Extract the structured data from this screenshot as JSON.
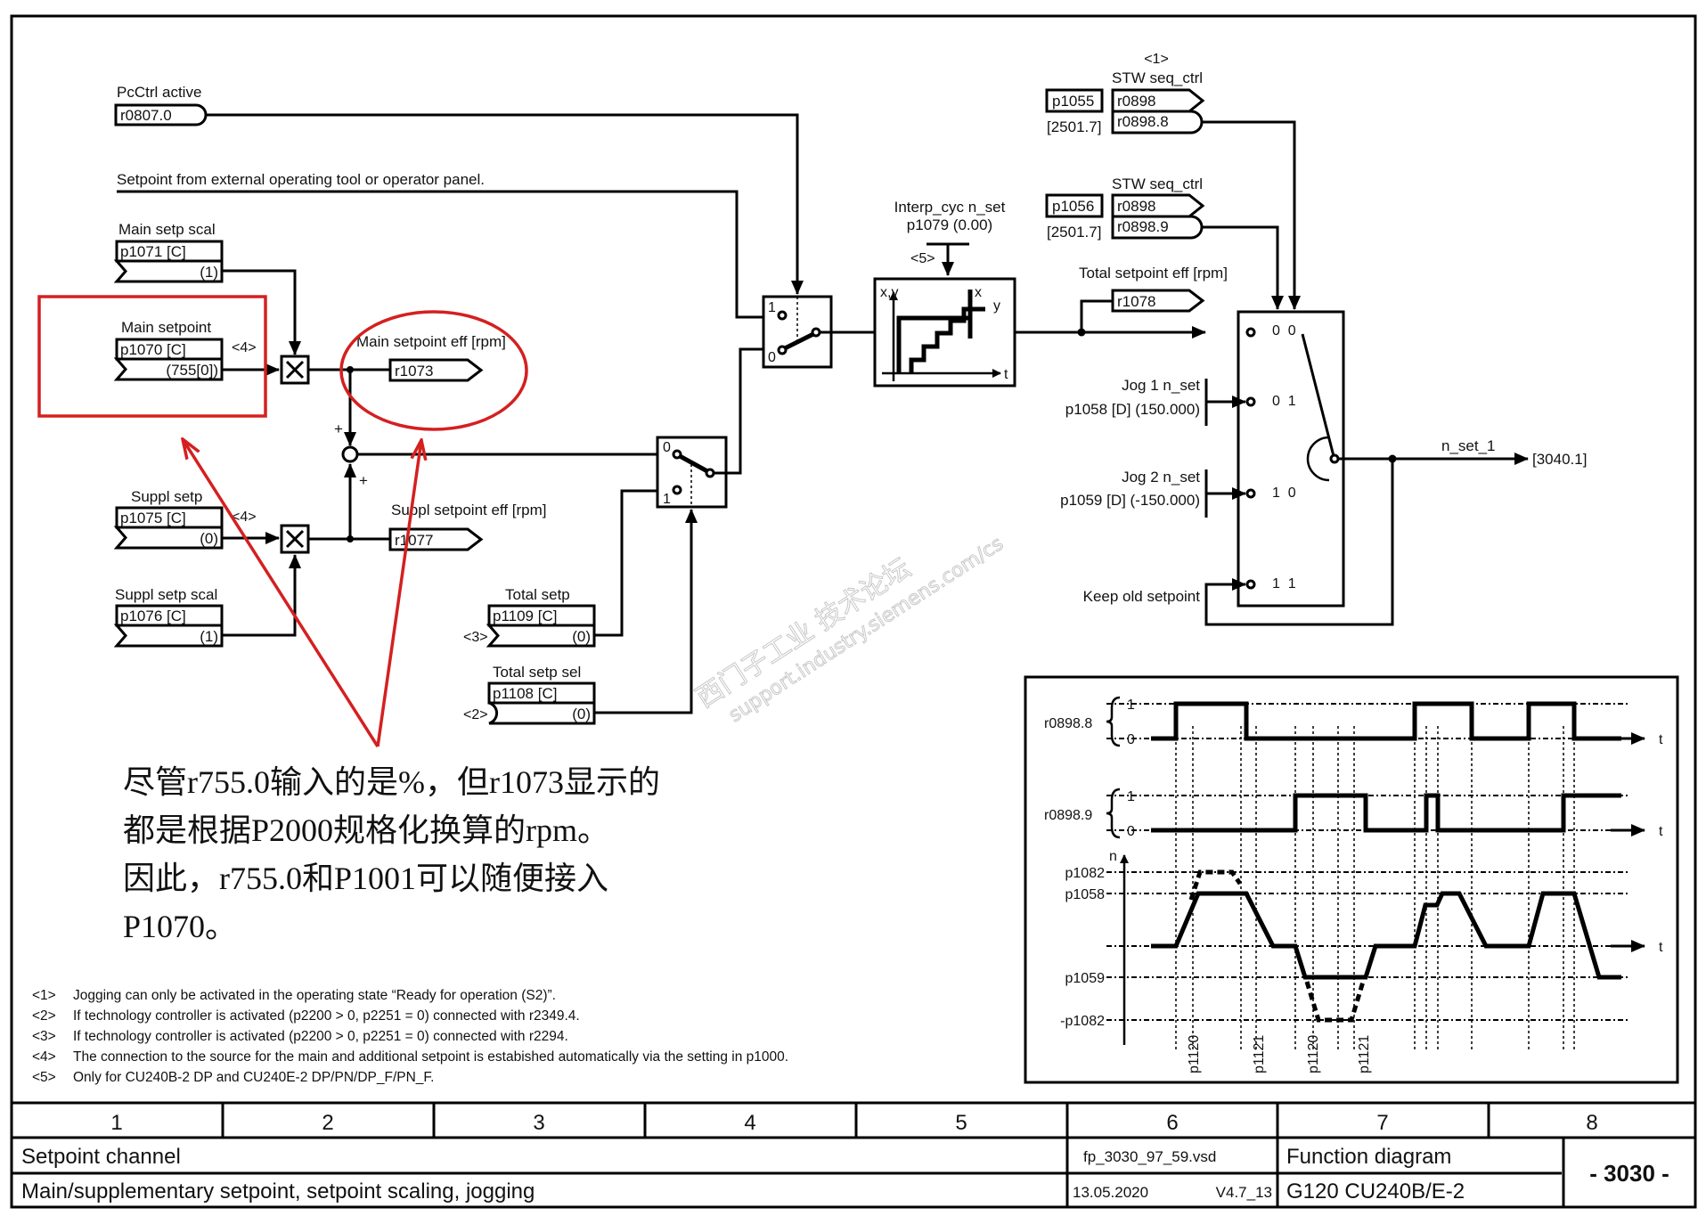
{
  "diagram": {
    "inputs": {
      "pcctrl": {
        "label": "PcCtrl active",
        "param": "r0807.0"
      },
      "external": {
        "label": "Setpoint from external operating tool or operator panel."
      },
      "main_scal": {
        "label": "Main setp scal",
        "param": "p1071 [C]",
        "default": "(1)"
      },
      "main_setp": {
        "label": "Main setpoint",
        "param": "p1070 [C]",
        "default": "(755[0])",
        "note": "<4>"
      },
      "suppl_setp": {
        "label": "Suppl setp",
        "param": "p1075 [C]",
        "default": "(0)",
        "note": "<4>"
      },
      "suppl_scal": {
        "label": "Suppl setp scal",
        "param": "p1076 [C]",
        "default": "(1)"
      },
      "total_setp": {
        "label": "Total setp",
        "param": "p1109 [C]",
        "default": "(0)",
        "note": "<3>"
      },
      "total_sel": {
        "label": "Total setp sel",
        "param": "p1108 [C]",
        "default": "(0)",
        "note": "<2>"
      }
    },
    "outputs": {
      "main_eff": {
        "label": "Main setpoint eff [rpm]",
        "param": "r1073"
      },
      "suppl_eff": {
        "label": "Suppl setpoint eff [rpm]",
        "param": "r1077"
      },
      "total_eff": {
        "label": "Total setpoint eff [rpm]",
        "param": "r1078"
      },
      "n_set": {
        "label": "n_set_1",
        "target": "[3040.1]"
      }
    },
    "sum": {
      "plus_top": "+",
      "plus_bottom": "+"
    },
    "switch1": {
      "pos1": "1",
      "pos0": "0"
    },
    "switch2": {
      "pos0": "0",
      "pos1": "1"
    },
    "interp": {
      "label": "Interp_cyc n_set",
      "param": "p1079  (0.00)",
      "note": "<5>",
      "xy": "x,y",
      "x": "x",
      "y": "y",
      "t": "t"
    },
    "stw1": {
      "note": "<1>",
      "label": "STW seq_ctrl",
      "src": "p1055",
      "ref": "[2501.7]",
      "param": "r0898",
      "bit": "r0898.8"
    },
    "stw2": {
      "label": "STW seq_ctrl",
      "src": "p1056",
      "ref": "[2501.7]",
      "param": "r0898",
      "bit": "r0898.9"
    },
    "selector": {
      "states": [
        "0  0",
        "0  1",
        "1  0",
        "1  1"
      ],
      "jog1": {
        "label": "Jog 1 n_set",
        "param": "p1058 [D] (150.000)"
      },
      "jog2": {
        "label": "Jog 2 n_set",
        "param": "p1059 [D] (-150.000)"
      },
      "keep": "Keep old setpoint"
    },
    "timing": {
      "sig1": "r0898.8",
      "sig2": "r0898.9",
      "one": "1",
      "zero": "0",
      "t": "t",
      "n": "n",
      "levels": [
        "p1082",
        "p1058",
        "p1059",
        "-p1082"
      ],
      "times": [
        "p1120",
        "p1121",
        "p1120",
        "p1121"
      ]
    }
  },
  "annotation": {
    "lines": [
      "尽管r755.0输入的是%，但r1073显示的",
      "都是根据P2000规格化换算的rpm。",
      "因此，r755.0和P1001可以随便接入",
      "P1070。"
    ],
    "color": "#d42020"
  },
  "watermark": {
    "cn": "西门子工业  技术论坛",
    "url": "support.industry.siemens.com/cs"
  },
  "footnotes": [
    {
      "tag": "<1>",
      "text": "Jogging can only be activated in the operating state “Ready for operation (S2)”."
    },
    {
      "tag": "<2>",
      "text": "If technology controller is activated (p2200 > 0, p2251 = 0) connected with r2349.4."
    },
    {
      "tag": "<3>",
      "text": "If technology controller is activated (p2200 > 0, p2251 = 0) connected with r2294."
    },
    {
      "tag": "<4>",
      "text": "The connection to the source for the main and additional setpoint is estabished automatically via the setting in p1000."
    },
    {
      "tag": "<5>",
      "text": "Only for CU240B-2 DP and CU240E-2 DP/PN/DP_F/PN_F."
    }
  ],
  "titleblock": {
    "columns": [
      "1",
      "2",
      "3",
      "4",
      "5",
      "6",
      "7",
      "8"
    ],
    "title": "Setpoint channel",
    "subtitle": "Main/supplementary setpoint, setpoint scaling, jogging",
    "file": "fp_3030_97_59.vsd",
    "date": "13.05.2020",
    "version": "V4.7_13",
    "type": "Function diagram",
    "device": "G120 CU240B/E-2",
    "page": "- 3030 -"
  }
}
